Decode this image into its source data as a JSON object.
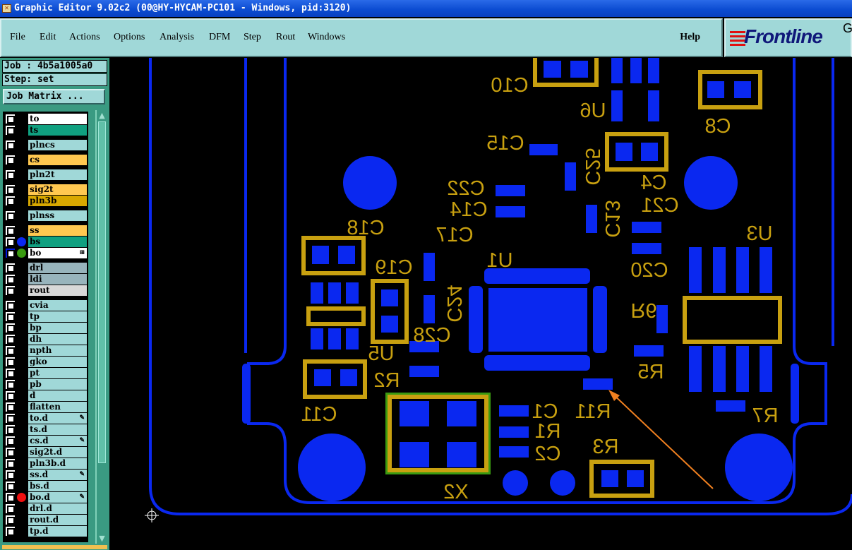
{
  "window": {
    "title": "Graphic Editor 9.02c2 (00@HY-HYCAM-PC101 - Windows, pid:3120)"
  },
  "menu": {
    "items": [
      {
        "label": "File"
      },
      {
        "label": "Edit"
      },
      {
        "label": "Actions"
      },
      {
        "label": "Options"
      },
      {
        "label": "Analysis"
      },
      {
        "label": "DFM"
      },
      {
        "label": "Step"
      },
      {
        "label": "Rout"
      },
      {
        "label": "Windows"
      }
    ],
    "help": "Help"
  },
  "logo": {
    "text": "Frontline",
    "suffix": "G"
  },
  "side": {
    "job": "Job : 4b5a1005a0",
    "step": "Step: set",
    "job_matrix": "Job Matrix ..."
  },
  "layers": [
    {
      "name": "to",
      "color": "#ffffff",
      "group": 0
    },
    {
      "name": "ts",
      "color": "#10a080",
      "group": 0
    },
    {
      "name": "plncs",
      "color": "#a0d8d8",
      "group": 1
    },
    {
      "name": "cs",
      "color": "#ffc850",
      "group": 2
    },
    {
      "name": "pln2t",
      "color": "#a0d8d8",
      "group": 3
    },
    {
      "name": "sig2t",
      "color": "#ffc850",
      "group": 4
    },
    {
      "name": "pln3b",
      "color": "#d8a800",
      "group": 4
    },
    {
      "name": "plnss",
      "color": "#a0d8d8",
      "group": 5
    },
    {
      "name": "ss",
      "color": "#ffc850",
      "group": 6
    },
    {
      "name": "bs",
      "color": "#10a080",
      "group": 6,
      "dot": "#0a28f0"
    },
    {
      "name": "bo",
      "color": "#ffffff",
      "group": 6,
      "dot": "#3a9a10",
      "selected": true,
      "expand": "⊞"
    },
    {
      "name": "drl",
      "color": "#98b4bc",
      "group": 7
    },
    {
      "name": "ldi",
      "color": "#98b4bc",
      "group": 7
    },
    {
      "name": "rout",
      "color": "#d8d8d8",
      "group": 7
    },
    {
      "name": "cvia",
      "color": "#a0d8d8",
      "group": 8
    },
    {
      "name": "tp",
      "color": "#a0d8d8",
      "group": 8
    },
    {
      "name": "bp",
      "color": "#a0d8d8",
      "group": 8
    },
    {
      "name": "dh",
      "color": "#a0d8d8",
      "group": 8
    },
    {
      "name": "npth",
      "color": "#a0d8d8",
      "group": 8
    },
    {
      "name": "gko",
      "color": "#a0d8d8",
      "group": 8
    },
    {
      "name": "pt",
      "color": "#a0d8d8",
      "group": 8
    },
    {
      "name": "pb",
      "color": "#a0d8d8",
      "group": 8
    },
    {
      "name": "d",
      "color": "#a0d8d8",
      "group": 8
    },
    {
      "name": "flatten",
      "color": "#a0d8d8",
      "group": 8
    },
    {
      "name": "to.d",
      "color": "#a0d8d8",
      "group": 8,
      "expand": "✎"
    },
    {
      "name": "ts.d",
      "color": "#a0d8d8",
      "group": 8
    },
    {
      "name": "cs.d",
      "color": "#a0d8d8",
      "group": 8,
      "expand": "✎"
    },
    {
      "name": "sig2t.d",
      "color": "#a0d8d8",
      "group": 8
    },
    {
      "name": "pln3b.d",
      "color": "#a0d8d8",
      "group": 8
    },
    {
      "name": "ss.d",
      "color": "#a0d8d8",
      "group": 8,
      "expand": "✎"
    },
    {
      "name": "bs.d",
      "color": "#a0d8d8",
      "group": 8
    },
    {
      "name": "bo.d",
      "color": "#a0d8d8",
      "group": 8,
      "dot": "#f01010",
      "expand": "✎"
    },
    {
      "name": "drl.d",
      "color": "#a0d8d8",
      "group": 8
    },
    {
      "name": "rout.d",
      "color": "#a0d8d8",
      "group": 8
    },
    {
      "name": "tp.d",
      "color": "#a0d8d8",
      "group": 8
    }
  ],
  "pcb": {
    "labels": [
      "C10",
      "U6",
      "C8",
      "C15",
      "C25",
      "C4",
      "C22",
      "C14",
      "C21",
      "C13",
      "C17",
      "C18",
      "U3",
      "C19",
      "U1",
      "C20",
      "C24",
      "R6",
      "C28",
      "U5",
      "R5",
      "R2",
      "C11",
      "C1",
      "R11",
      "R1",
      "R7",
      "C2",
      "R3",
      "X2"
    ],
    "colors": {
      "copper": "#0a28f0",
      "silk": "#c8a010",
      "arrow": "#f08020"
    }
  }
}
